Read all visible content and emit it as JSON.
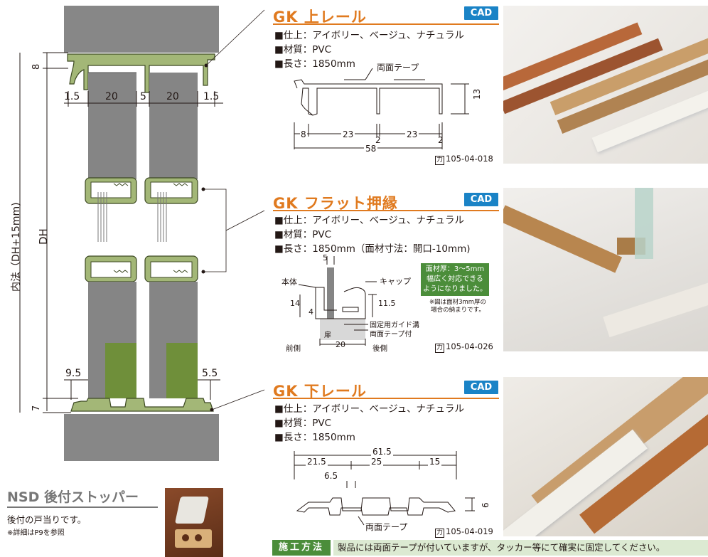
{
  "left_diagram": {
    "dim_top": "8",
    "dims_row": [
      "1.5",
      "20",
      "5",
      "20",
      "1.5"
    ],
    "label_dh": "DH",
    "label_inner": "内法（DH+15mm)",
    "dim_left_bottom": "9.5",
    "dim_right_bottom": "5.5",
    "dim_bottom": "7"
  },
  "stopper": {
    "title": "NSD 後付ストッパー",
    "desc": "後付の戸当りです。",
    "note": "※詳細はP9を参照"
  },
  "sections": [
    {
      "title": "GK  上レール",
      "cad": "CAD",
      "specs": [
        "■仕上：アイボリー、ベージュ、ナチュラル",
        "■材質：PVC",
        "■長さ：1850mm"
      ],
      "drawing": {
        "tape_label": "両面テープ",
        "height": "13",
        "bottom_dims": [
          "8",
          "23",
          "2",
          "23",
          "2"
        ],
        "total": "58"
      },
      "code": "105-04-018"
    },
    {
      "title": "GK  フラット押縁",
      "cad": "CAD",
      "specs": [
        "■仕上：アイボリー、ベージュ、ナチュラル",
        "■材質：PVC",
        "■長さ：1850mm（面材寸法：開口-10mm)"
      ],
      "drawing": {
        "w5": "5",
        "body_label": "本体",
        "cap_label": "キャップ",
        "h14": "14",
        "h11_5": "11.5",
        "d4": "4",
        "guide_label": "固定用ガイド溝",
        "tape_label": "両面テープ付",
        "door_label": "扉",
        "front_label": "前側",
        "back_label": "後側",
        "w20": "20"
      },
      "green_note": [
        "面材厚：3～5mm",
        "幅広く対応できる",
        "ようになりました。"
      ],
      "small_note": [
        "※図は面材3mm厚の",
        "場合の納まりです。"
      ],
      "code": "105-04-026"
    },
    {
      "title": "GK  下レール",
      "cad": "CAD",
      "specs": [
        "■仕上：アイボリー、ベージュ、ナチュラル",
        "■材質：PVC",
        "■長さ：1850mm"
      ],
      "drawing": {
        "total": "61.5",
        "dims": [
          "21.5",
          "25",
          "15"
        ],
        "d6_5": "6.5",
        "height": "6",
        "tape_label": "両面テープ"
      },
      "code": "105-04-019"
    }
  ],
  "method": {
    "tag": "施工方法",
    "text": "製品には両面テープが付いていますが、タッカー等にて確実に固定してください。"
  },
  "colors": {
    "accent_orange": "#e07a1f",
    "cad_blue": "#1a83c6",
    "rail_green": "#9bb06a",
    "door_gray": "#858585",
    "stopper_green": "#6f8f3a",
    "method_green": "#4b8d3a"
  }
}
